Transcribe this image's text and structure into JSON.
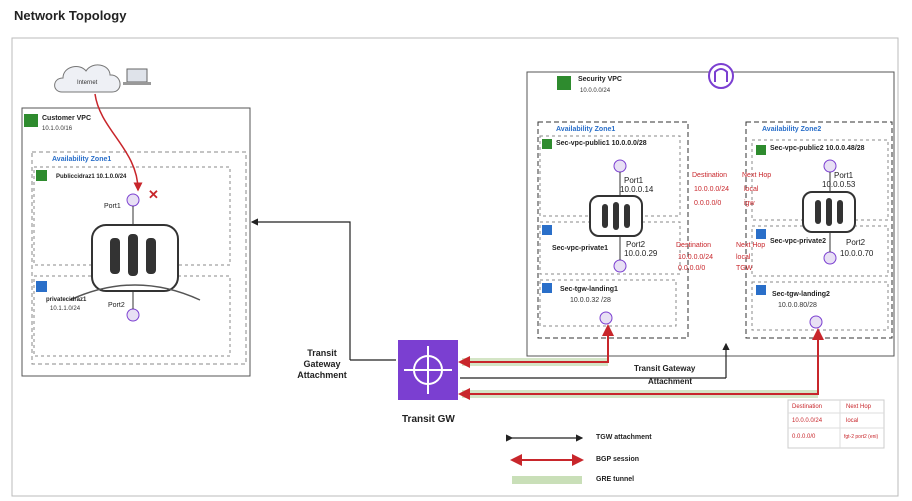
{
  "title": "Network Topology",
  "internet_label": "Internet",
  "customer_vpc": {
    "name": "Customer VPC",
    "cidr": "10.1.0.0/16",
    "az": "Availability Zone1",
    "public_subnet": "Publiccidraz1 10.1.0.0/24",
    "private_subnet": "privatecidraz1",
    "private_cidr": "10.1.1.0/24",
    "port1": "Port1",
    "port2": "Port2"
  },
  "security_vpc": {
    "name": "Security VPC",
    "cidr": "10.0.0.0/24",
    "az1": "Availability Zone1",
    "az2": "Availability Zone2",
    "pub1": "Sec-vpc-public1 10.0.0.0/28",
    "pub2": "Sec-vpc-public2 10.0.0.48/28",
    "priv1": "Sec-vpc-private1",
    "priv2": "Sec-vpc-private2",
    "tgw1": "Sec-tgw-landing1",
    "tgw1_cidr": "10.0.0.32 /28",
    "tgw2": "Sec-tgw-landing2",
    "tgw2_cidr": "10.0.0.80/28",
    "fw1_port1": "Port1",
    "fw1_port1_ip": "10.0.0.14",
    "fw1_port2": "Port2",
    "fw1_port2_ip": "10.0.0.29",
    "fw2_port1": "Port1",
    "fw2_port1_ip": "10.0.0.53",
    "fw2_port2": "Port2",
    "fw2_port2_ip": "10.0.0.70"
  },
  "route_tables": {
    "public": {
      "h1": "Destination",
      "h2": "Next Hop",
      "r1c1": "10.0.0.0/24",
      "r1c2": "local",
      "r2c1": "0.0.0.0/0",
      "r2c2": "igw"
    },
    "private": {
      "h1": "Destination",
      "h2": "Next Hop",
      "r1c1": "10.0.0.0/24",
      "r1c2": "local",
      "r2c1": "0.0.0.0/0",
      "r2c2": "TGW"
    },
    "tgw": {
      "h1": "Destination",
      "h2": "Next Hop",
      "r1c1": "10.0.0.0/24",
      "r1c2": "local",
      "r2c1": "0.0.0.0/0",
      "r2c2": "fgt-2 port2 (eni)"
    }
  },
  "transit_gw": "Transit GW",
  "tga_left": [
    "Transit",
    "Gateway",
    "Attachment"
  ],
  "tga_right": [
    "Transit Gateway",
    "Attachment"
  ],
  "legend": {
    "tgw": "TGW attachment",
    "bgp": "BGP session",
    "gre": "GRE tunnel"
  },
  "colors": {
    "red": "#c8262b",
    "green_vpc": "#2e8b2e",
    "tgw_purple": "#7b3fd1",
    "az_blue": "#2a6fc9",
    "gre_green": "#c9dfb8"
  }
}
